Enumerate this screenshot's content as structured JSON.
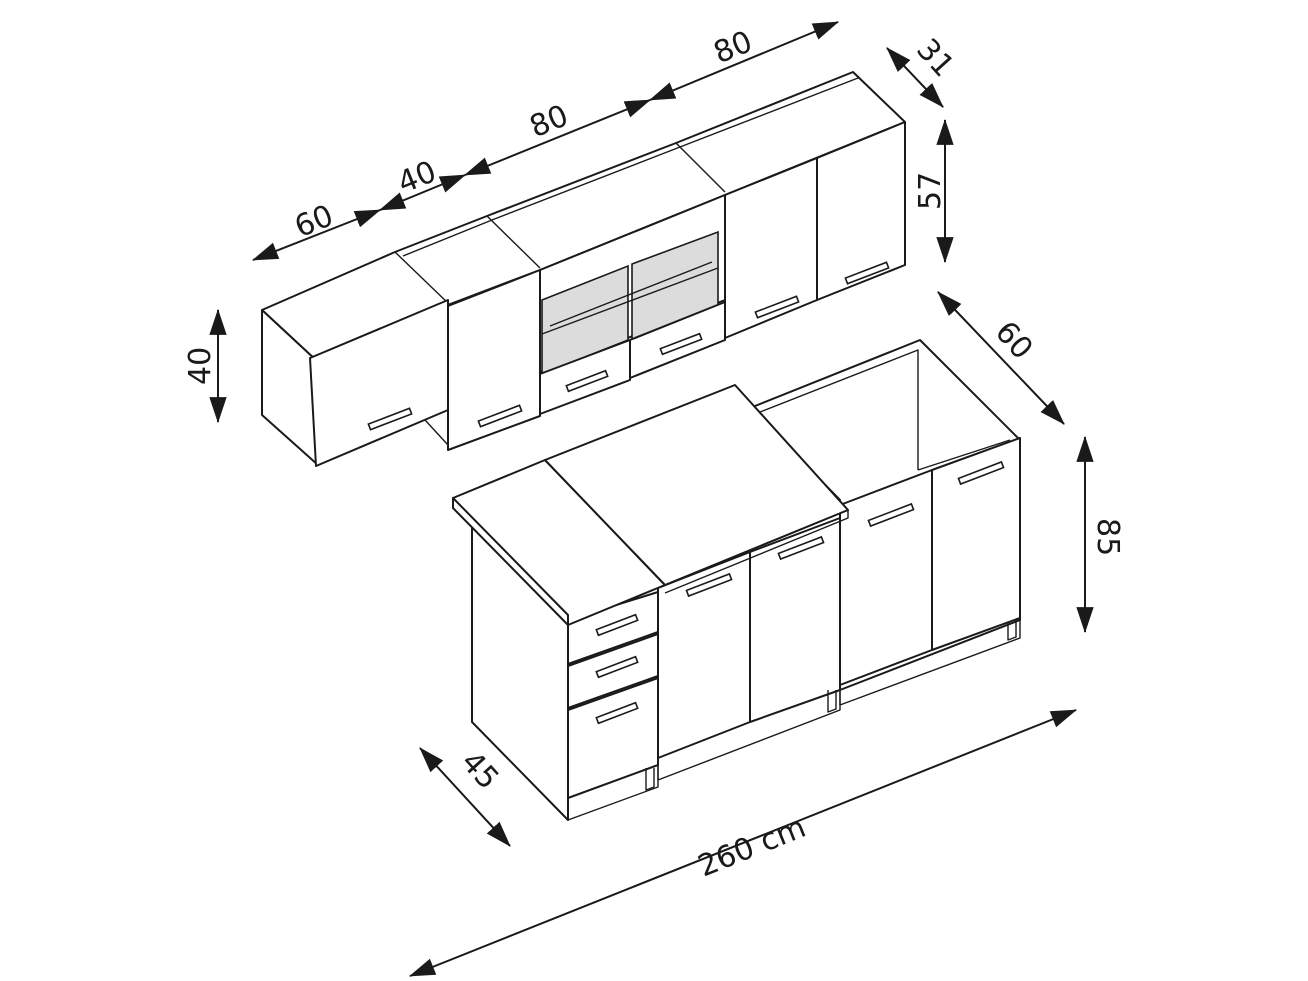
{
  "dimensions": {
    "upper_width_1": "60",
    "upper_width_2": "40",
    "upper_width_3": "80",
    "upper_width_4": "80",
    "upper_depth": "31",
    "upper_height_tall": "57",
    "upper_height_short": "40",
    "base_depth_right": "60",
    "base_height": "85",
    "base_depth_left": "45",
    "total_width": "260 cm"
  },
  "colors": {
    "line": "#1a1a1a",
    "glass": "#dcdcdc",
    "background": "#ffffff"
  },
  "icons": {
    "arrow": "arrowhead-triangle",
    "handle": "bar-handle"
  }
}
